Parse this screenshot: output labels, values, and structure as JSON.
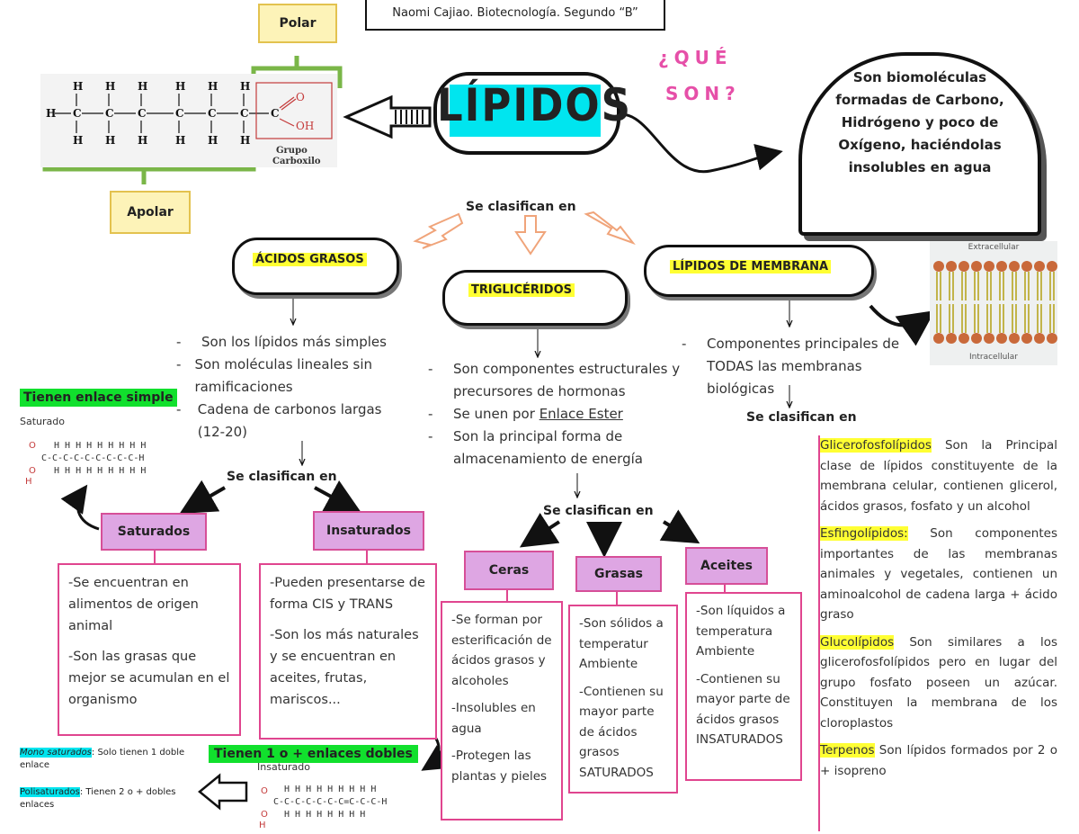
{
  "author": "Naomi Cajiao. Biotecnología. Segundo “B”",
  "title": "LÍPIDOS",
  "question": {
    "line1": "¿QUÉ",
    "line2": "SON?"
  },
  "definition": "Son biomoléculas formadas de Carbono, Hidrógeno y poco de Oxígeno, haciéndolas insolubles en agua",
  "polar_label": "Polar",
  "apolar_label": "Apolar",
  "molecule": {
    "group_label_1": "Grupo",
    "group_label_2": "Carboxilo"
  },
  "classify_label": "Se clasifican en",
  "categories": {
    "fatty_acids": "ÁCIDOS GRASOS",
    "triglycerides": "TRIGLICÉRIDOS",
    "membrane_lipids": "LÍPIDOS DE MEMBRANA"
  },
  "fatty_acids_points": [
    "Son los lípidos más simples",
    "Son moléculas lineales sin ramificaciones",
    "Cadena de carbonos largas (12-20)"
  ],
  "triglycerides_points": [
    "Son componentes estructurales y precursores de hormonas",
    "Se unen por",
    "Enlace Ester",
    "Son la principal forma de almacenamiento de energía"
  ],
  "membrane_points": [
    "Componentes principales de TODAS las membranas biológicas"
  ],
  "membrane_image": {
    "top": "Extracellular",
    "bottom": "Intracellular"
  },
  "simple_bond_label": "Tienen enlace simple",
  "multi_bond_label": "Tienen 1 o + enlaces dobles",
  "saturated_img_label": "Saturado",
  "unsaturated_img_label": "Insaturado",
  "saturated": {
    "title": "Saturados",
    "points": [
      "-Se encuentran en alimentos de origen animal",
      "-Son las grasas que mejor se acumulan en el organismo"
    ]
  },
  "unsaturated": {
    "title": "Insaturados",
    "points": [
      "-Pueden presentarse de forma CIS y TRANS",
      "-Son los más naturales y se encuentran en aceites, frutas, mariscos..."
    ]
  },
  "ceras": {
    "title": "Ceras",
    "points": [
      "-Se forman por esterificación de ácidos grasos y alcoholes",
      "-Insolubles en agua",
      "-Protegen las plantas y pieles"
    ]
  },
  "grasas": {
    "title": "Grasas",
    "points": [
      "-Son sólidos a temperatur Ambiente",
      "-Contienen su mayor parte de ácidos grasos SATURADOS"
    ]
  },
  "aceites": {
    "title": "Aceites",
    "points": [
      "-Son líquidos a temperatura Ambiente",
      "-Contienen su mayor parte de ácidos grasos INSATURADOS"
    ]
  },
  "mono": {
    "term": "Mono saturados",
    "text": ": Solo tienen 1 doble enlace"
  },
  "poli": {
    "term": "Polisaturados",
    "text": ": Tienen 2 o + dobles enlaces"
  },
  "membrane_types": [
    {
      "term": "Glicerofosfolípidos",
      "text": " Son la Principal clase de lípidos constituyente de la membrana celular, contienen glicerol, ácidos grasos, fosfato y un alcohol"
    },
    {
      "term": "Esfingolípidos:",
      "text": " Son componentes importantes de las membranas animales y vegetales, contienen un aminoalcohol de cadena larga + ácido graso"
    },
    {
      "term": "Glucolípidos",
      "text": " Son similares a los glicerofosfolípidos pero en lugar del grupo fosfato poseen un azúcar. Constituyen la membrana de los cloroplastos"
    },
    {
      "term": "Terpenos",
      "text": " Son lípidos formados por 2 o + isopreno"
    }
  ],
  "colors": {
    "cyan": "#00e5ef",
    "yellow": "#ffff33",
    "pink": "#e0458f",
    "purple": "#dea6e3",
    "green": "#11e02d"
  }
}
